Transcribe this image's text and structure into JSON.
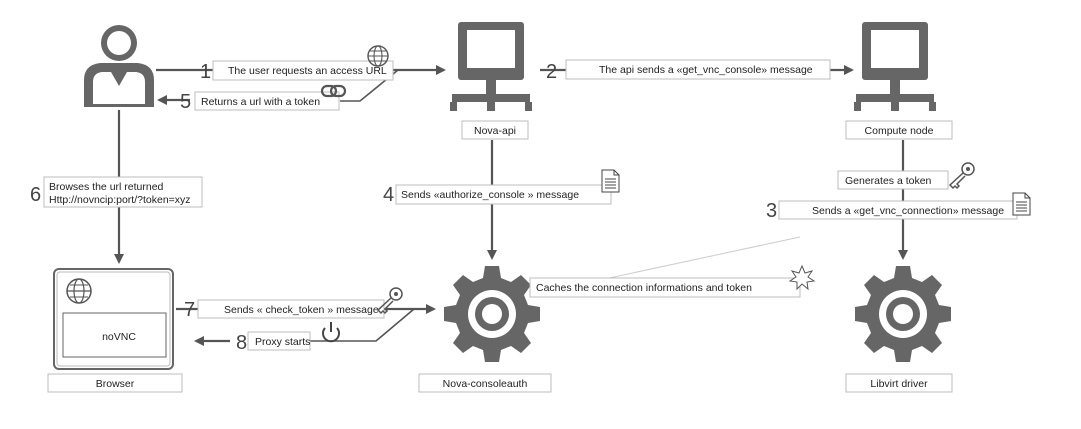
{
  "nodes": {
    "user_label": "",
    "nova_api": "Nova-api",
    "compute_node": "Compute node",
    "browser": "Browser",
    "novnc": "noVNC",
    "nova_consoleauth": "Nova-consoleauth",
    "libvirt_driver": "Libvirt driver"
  },
  "steps": [
    {
      "num": "1",
      "text": "The user requests an access URL"
    },
    {
      "num": "2",
      "text": "The api sends a «get_vnc_console» message"
    },
    {
      "num": "3",
      "text": "Sends a «get_vnc_connection» message"
    },
    {
      "num": "4",
      "text": "Sends «authorize_console » message"
    },
    {
      "num": "5",
      "text": "Returns a url with a token"
    },
    {
      "num": "6",
      "text_line1": "Browses the url returned",
      "text_line2": "Http://novncip:port/?token=xyz"
    },
    {
      "num": "7",
      "text": "Sends « check_token » message"
    },
    {
      "num": "8",
      "text": "Proxy starts"
    }
  ],
  "notes": {
    "generates_token": "Generates a token",
    "caches": "Caches the connection informations and token"
  },
  "icons": {
    "globe": "globe-icon",
    "link": "link-icon",
    "document": "document-icon",
    "key": "key-icon",
    "power": "power-icon",
    "starburst": "starburst-icon",
    "user": "user-icon",
    "computer": "computer-icon",
    "gear": "gear-icon"
  }
}
